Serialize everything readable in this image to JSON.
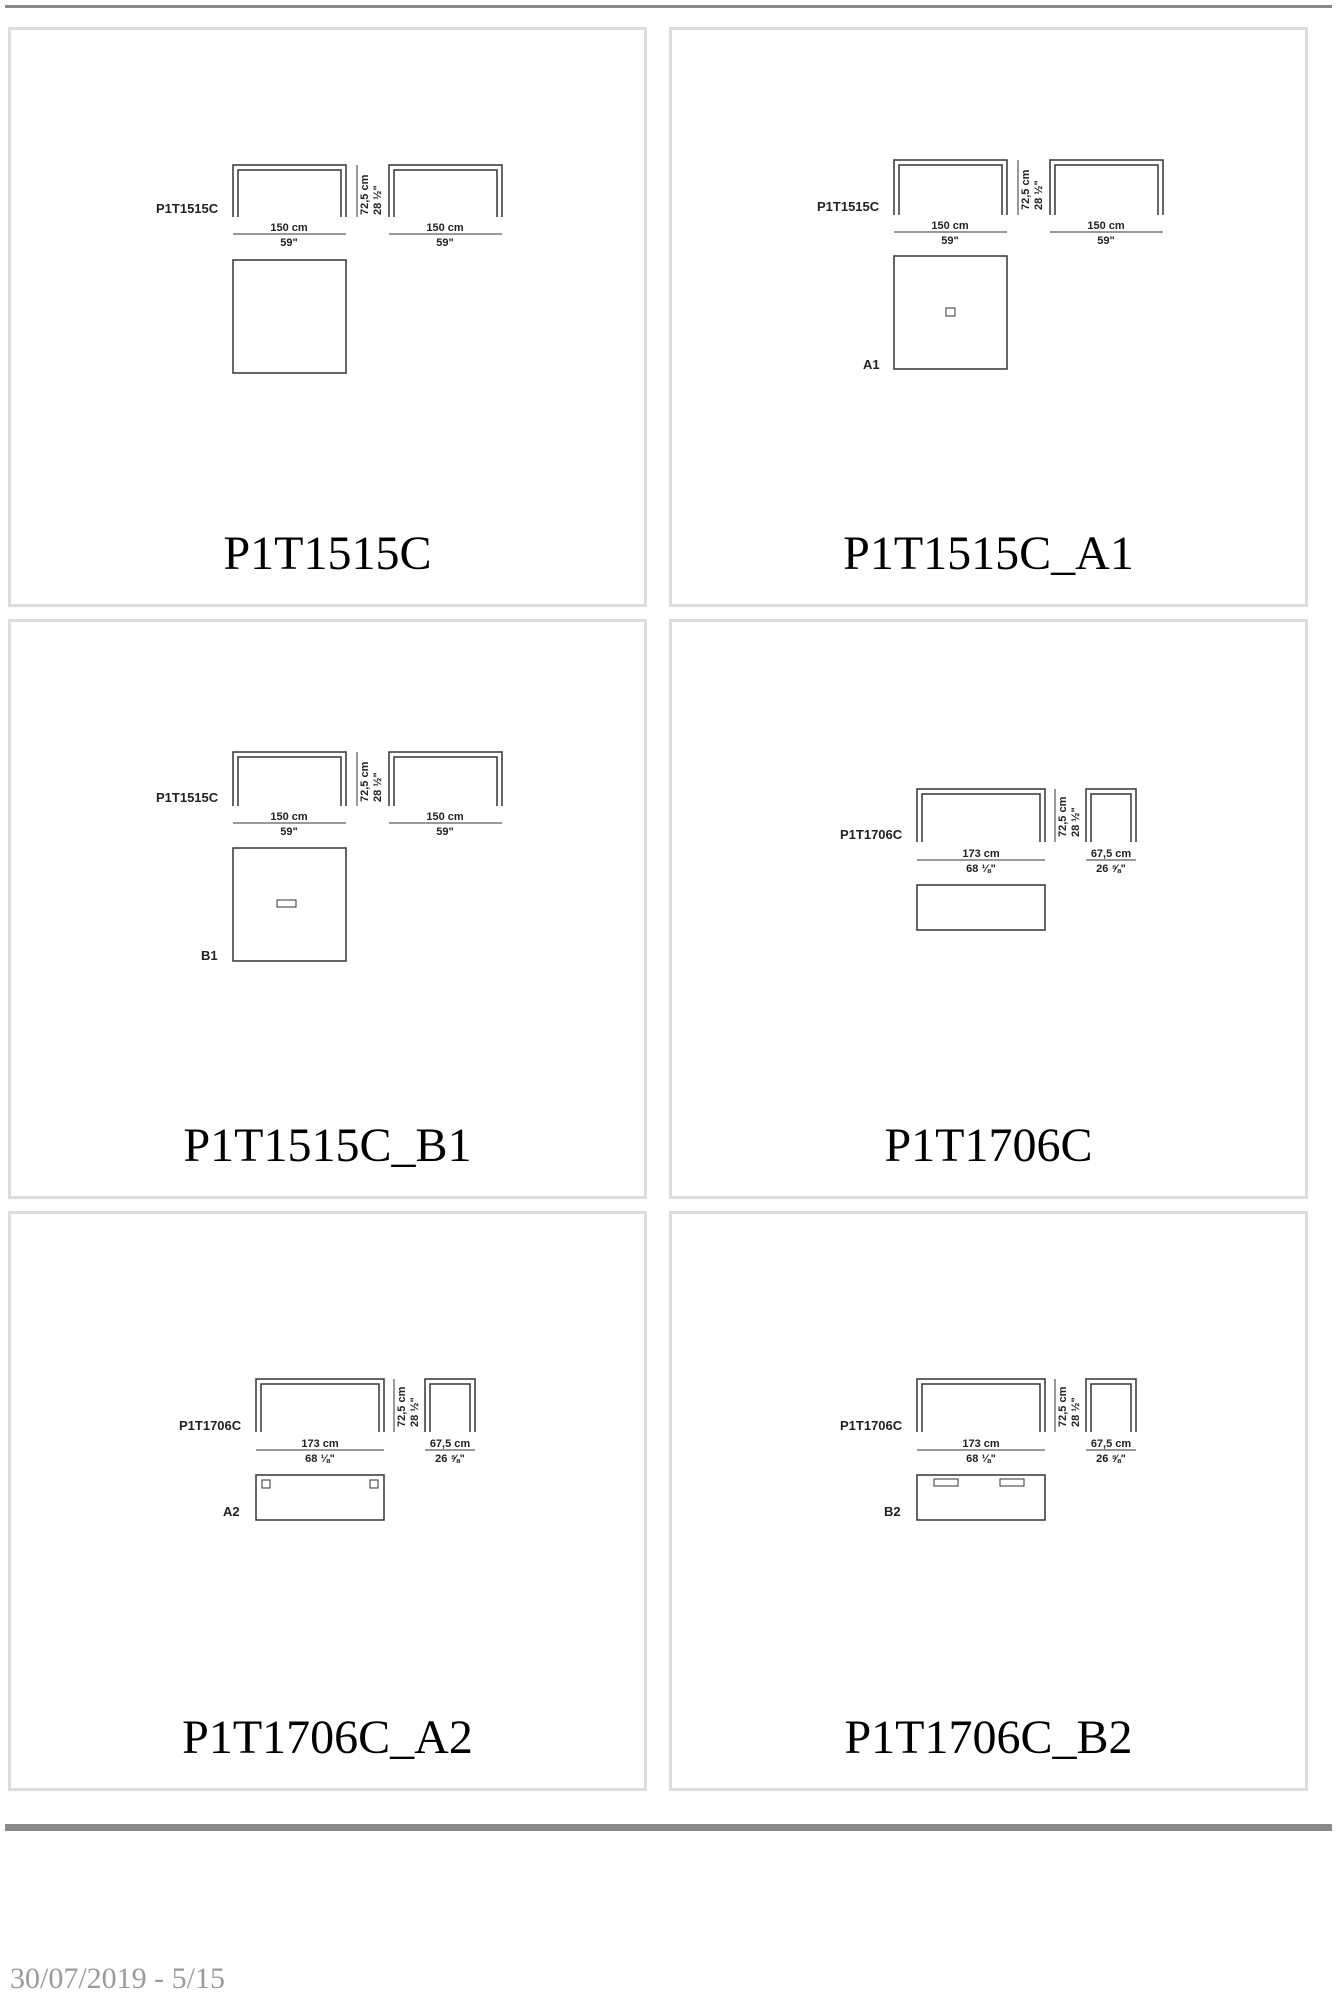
{
  "cards": [
    {
      "title": "P1T1515C",
      "model_label": "P1T1515C",
      "variant_label": "",
      "width_cm": "150 cm",
      "width_in": "59\"",
      "depth_cm": "150 cm",
      "depth_in": "59\"",
      "height_cm": "72,5 cm",
      "height_in": "28 ½\""
    },
    {
      "title": "P1T1515C_A1",
      "model_label": "P1T1515C",
      "variant_label": "A1",
      "width_cm": "150 cm",
      "width_in": "59\"",
      "depth_cm": "150 cm",
      "depth_in": "59\"",
      "height_cm": "72,5 cm",
      "height_in": "28 ½\""
    },
    {
      "title": "P1T1515C_B1",
      "model_label": "P1T1515C",
      "variant_label": "B1",
      "width_cm": "150 cm",
      "width_in": "59\"",
      "depth_cm": "150 cm",
      "depth_in": "59\"",
      "height_cm": "72,5 cm",
      "height_in": "28 ½\""
    },
    {
      "title": "P1T1706C",
      "model_label": "P1T1706C",
      "variant_label": "",
      "width_cm": "173 cm",
      "width_in": "68 ⅛\"",
      "depth_cm": "67,5 cm",
      "depth_in": "26 ⅝\"",
      "height_cm": "72,5 cm",
      "height_in": "28 ½\""
    },
    {
      "title": "P1T1706C_A2",
      "model_label": "P1T1706C",
      "variant_label": "A2",
      "width_cm": "173 cm",
      "width_in": "68 ⅛\"",
      "depth_cm": "67,5 cm",
      "depth_in": "26 ⅝\"",
      "height_cm": "72,5 cm",
      "height_in": "28 ½\""
    },
    {
      "title": "P1T1706C_B2",
      "model_label": "P1T1706C",
      "variant_label": "B2",
      "width_cm": "173 cm",
      "width_in": "68 ⅛\"",
      "depth_cm": "67,5 cm",
      "depth_in": "26 ⅝\"",
      "height_cm": "72,5 cm",
      "height_in": "28 ½\""
    }
  ],
  "footer": {
    "date_page": "30/07/2019 - 5/15"
  }
}
